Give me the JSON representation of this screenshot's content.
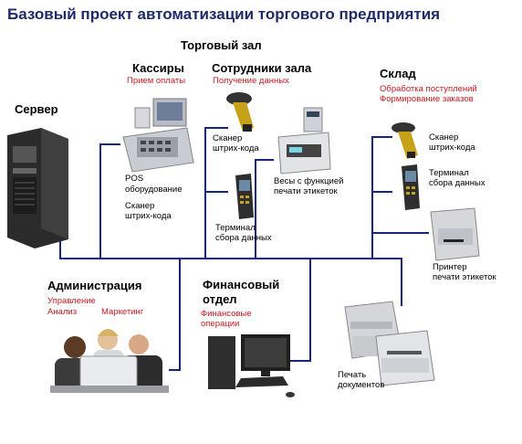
{
  "title": "Базовый проект автоматизации торгового предприятия",
  "colors": {
    "title": "#1f2a6b",
    "accent_red": "#c8191f",
    "network_line": "#1a237e"
  },
  "sections": {
    "trade_hall": {
      "title": "Торговый зал"
    },
    "cashiers": {
      "title": "Кассиры",
      "subtitle": "Прием оплаты"
    },
    "hall_staff": {
      "title": "Сотрудники зала",
      "subtitle": "Получение данных"
    },
    "warehouse": {
      "title": "Склад",
      "subtitle_line1": "Обработка поступлений",
      "subtitle_line2": "Формирование заказов"
    },
    "server": {
      "title": "Сервер"
    },
    "administration": {
      "title": "Администрация",
      "sub1": "Управление",
      "sub2": "Анализ",
      "sub3": "Маркетинг"
    },
    "finance": {
      "title_line1": "Финансовый",
      "title_line2": "отдел",
      "sub_line1": "Финансовые",
      "sub_line2": "операции"
    }
  },
  "devices": {
    "pos": {
      "line1": "POS",
      "line2": "оборудование"
    },
    "pos_scanner": {
      "line1": "Сканер",
      "line2": "штрих-кода"
    },
    "hall_scanner": {
      "line1": "Сканер",
      "line2": "штрих-кода"
    },
    "scales": {
      "line1": "Весы с функцией",
      "line2": "печати этикеток"
    },
    "hall_terminal": {
      "line1": "Терминал",
      "line2": "сбора данных"
    },
    "wh_scanner": {
      "line1": "Сканер",
      "line2": "штрих-кода"
    },
    "wh_terminal": {
      "line1": "Терминал",
      "line2": "сбора данных"
    },
    "label_printer": {
      "line1": "Принтер",
      "line2": "печати этикеток"
    },
    "doc_printer": {
      "line1": "Печать",
      "line2": "документов"
    }
  }
}
